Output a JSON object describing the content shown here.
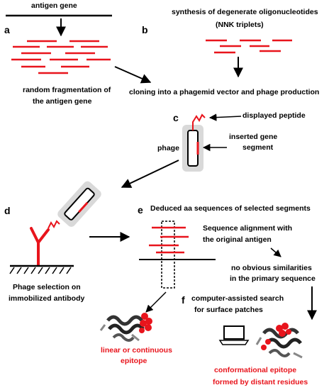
{
  "panels": {
    "a": "a",
    "b": "b",
    "c": "c",
    "d": "d",
    "e": "e",
    "f": "f"
  },
  "labels": {
    "antigen_gene": "antigen gene",
    "synthesis_line1": "synthesis of degenerate oligonucleotides",
    "synthesis_line2": "(NNK triplets)",
    "random_frag_line1": "random fragmentation of",
    "random_frag_line2": "the antigen gene",
    "cloning": "cloning into a phagemid vector and phage production",
    "displayed_peptide": "displayed peptide",
    "inserted_line1": "inserted gene",
    "inserted_line2": "segment",
    "phage": "phage",
    "phage_sel_line1": "Phage selection on",
    "phage_sel_line2": "immobilized antibody",
    "deduced": "Deduced aa sequences of selected segments",
    "seq_align_line1": "Sequence alignment with",
    "seq_align_line2": "the original antigen",
    "no_sim_line1": "no obvious similarities",
    "no_sim_line2": "in the primary sequence",
    "computer_line1": "computer-assisted search",
    "computer_line2": "for surface patches",
    "linear_line1": "linear or continuous",
    "linear_line2": "epitope",
    "conf_line1": "conformational epitope",
    "conf_line2": "formed by distant residues"
  },
  "colors": {
    "accent": "#e8141c",
    "ink": "#000000",
    "phage_halo": "#d9d9d9"
  }
}
